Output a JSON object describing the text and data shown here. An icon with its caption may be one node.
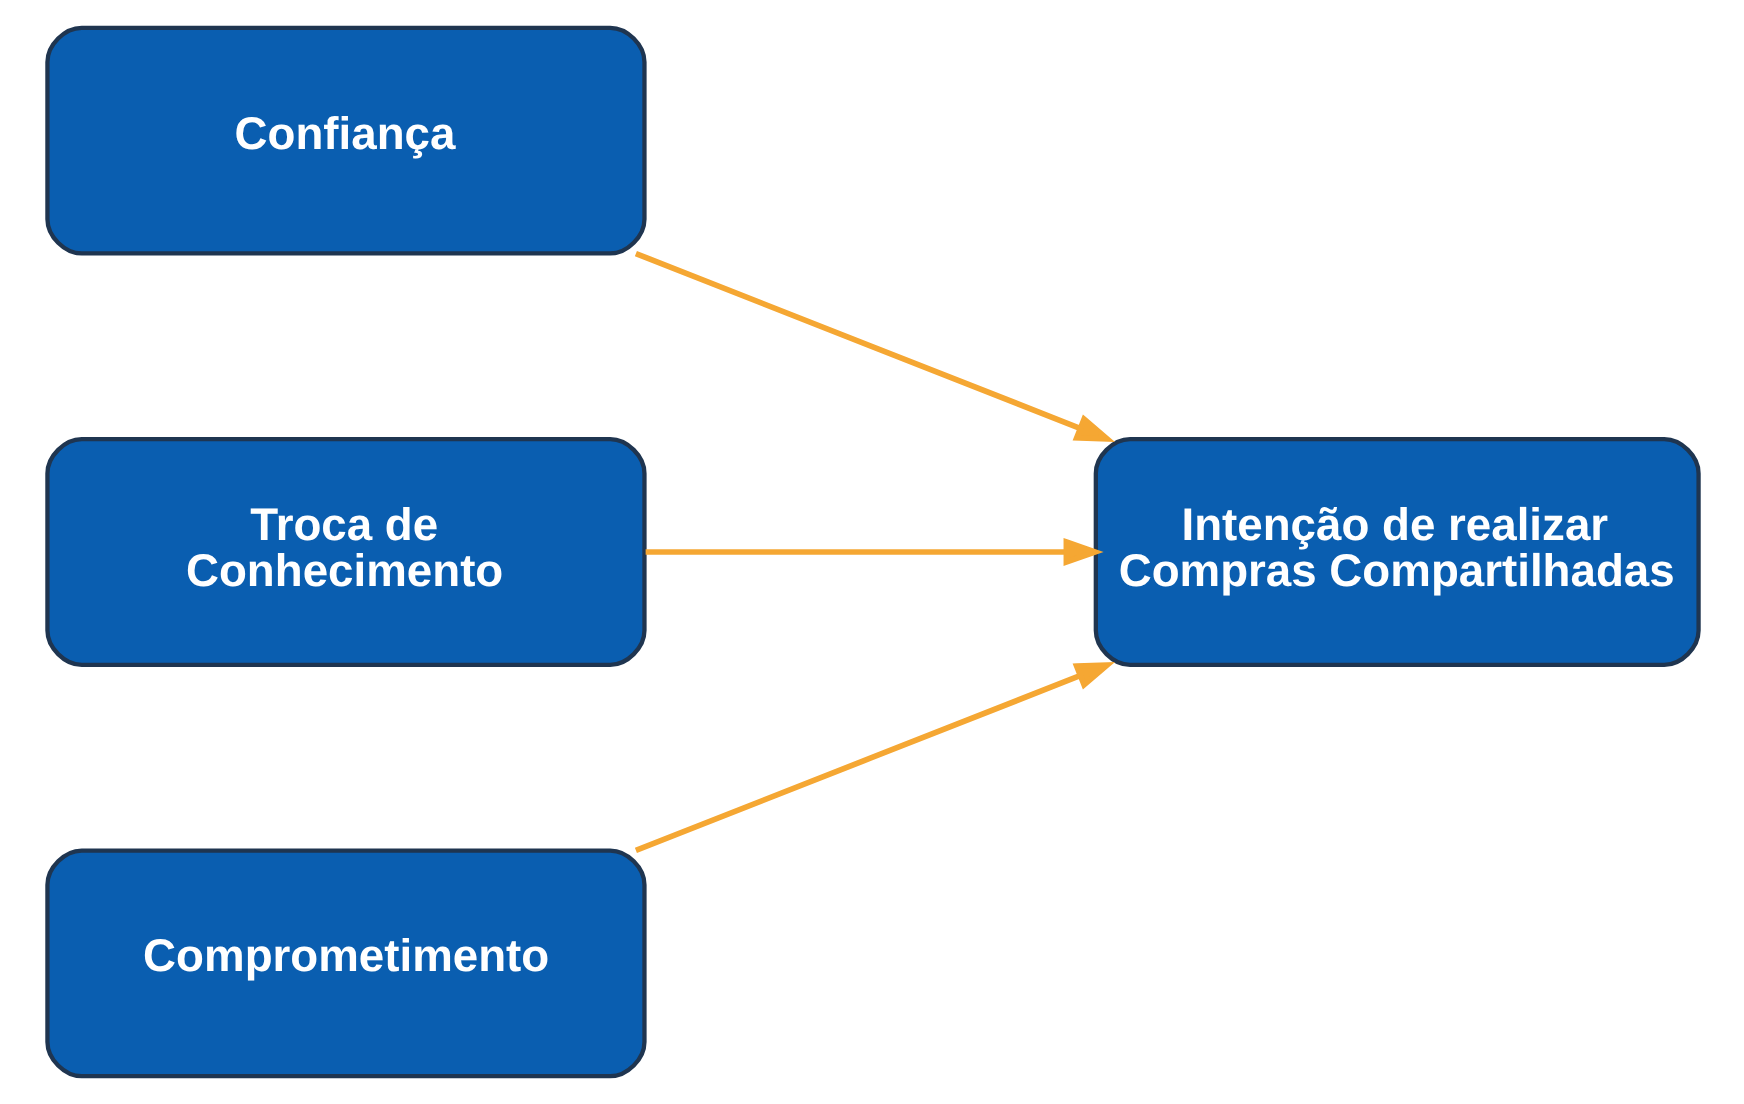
{
  "diagram": {
    "nodes": [
      {
        "text": [
          "Confiança"
        ]
      },
      {
        "text": [
          "Troca de Conhecimento"
        ]
      },
      {
        "text": [
          "Comprometimento"
        ]
      },
      {
        "text": [
          "Intenção de realizar Compras Compartilhadas"
        ]
      }
    ],
    "edges": [
      {
        "from": 0,
        "to": 3,
        "arrow": "to",
        "color": "#f5a733"
      },
      {
        "from": 1,
        "to": 3,
        "arrow": "to",
        "color": "#f5a733"
      },
      {
        "from": 2,
        "to": 3,
        "arrow": "to",
        "color": "#f5a733"
      }
    ]
  }
}
